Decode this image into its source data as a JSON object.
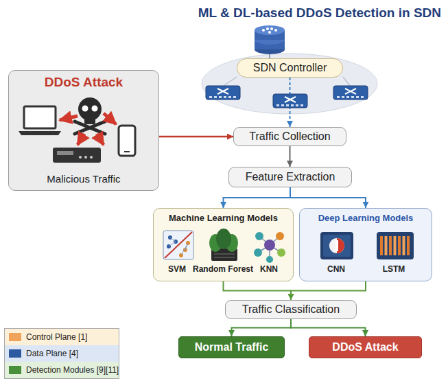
{
  "diagram": {
    "title": "ML & DL-based DDoS Detection in SDN",
    "nodes": [
      {
        "text": [
          "SDN Controller"
        ]
      },
      {
        "text": [
          "DDoS Attack",
          "Malicious Traffic"
        ]
      },
      {
        "text": [
          "Traffic Collection"
        ]
      },
      {
        "text": [
          "Feature Extraction"
        ]
      },
      {
        "text": [
          "Machine Learning Models"
        ]
      },
      {
        "text": [
          "Deep Learning Models"
        ]
      },
      {
        "text": [
          "Traffic Classification"
        ]
      },
      {
        "text": [
          "Normal Traffic"
        ]
      },
      {
        "text": [
          "DDoS Attack"
        ]
      }
    ],
    "edges": [
      {
        "from": 0,
        "to": 2,
        "arrow": "to"
      },
      {
        "from": 1,
        "to": 2,
        "arrow": "to"
      },
      {
        "from": 2,
        "to": 3,
        "arrow": "to"
      },
      {
        "from": 3,
        "to": 4,
        "arrow": "to"
      },
      {
        "from": 3,
        "to": 5,
        "arrow": "to"
      },
      {
        "from": 4,
        "to": 6,
        "arrow": "to"
      },
      {
        "from": 5,
        "to": 6,
        "arrow": "to"
      },
      {
        "from": 6,
        "to": 7,
        "arrow": "to"
      },
      {
        "from": 6,
        "to": 8,
        "arrow": "to"
      }
    ],
    "labels": [
      "SVM",
      "Random Forest",
      "KNN",
      "CNN",
      "LSTM"
    ],
    "legend": [
      {
        "text": "Control Plane [1]",
        "color": "#f0a35a"
      },
      {
        "text": "Data Plane [4]",
        "color": "#2c5aa0"
      },
      {
        "text": "Detection Modules [9][11]",
        "color": "#4a8f3a"
      }
    ]
  }
}
